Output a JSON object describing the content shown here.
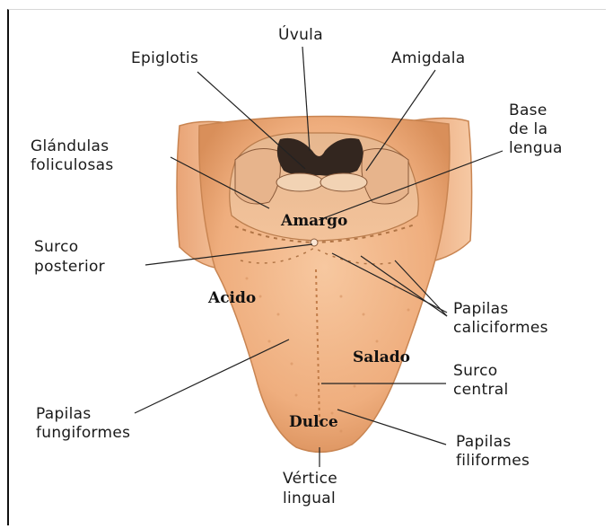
{
  "labels": {
    "uvula": "Úvula",
    "epiglotis": "Epiglotis",
    "amigdala": "Amigdala",
    "base": [
      "Base",
      "de la",
      "lengua"
    ],
    "glandulas": [
      "Glándulas",
      "foliculosas"
    ],
    "surco_posterior": [
      "Surco",
      "posterior"
    ],
    "papilas_caliciformes": [
      "Papilas",
      "caliciformes"
    ],
    "surco_central": [
      "Surco",
      "central"
    ],
    "papilas_fungiformes": [
      "Papilas",
      "fungiformes"
    ],
    "papilas_filiformes": [
      "Papilas",
      "filiformes"
    ],
    "vertice": [
      "Vértice",
      "lingual"
    ]
  },
  "tastes": {
    "amargo": "Amargo",
    "acido": "Acido",
    "salado": "Salado",
    "dulce": "Dulce"
  },
  "colors": {
    "tongue": "#f0b283",
    "tongue_shadow": "#d9915e",
    "tongue_highlight": "#f7cfae",
    "throat_dark": "#3a2a25",
    "line": "#222222"
  }
}
